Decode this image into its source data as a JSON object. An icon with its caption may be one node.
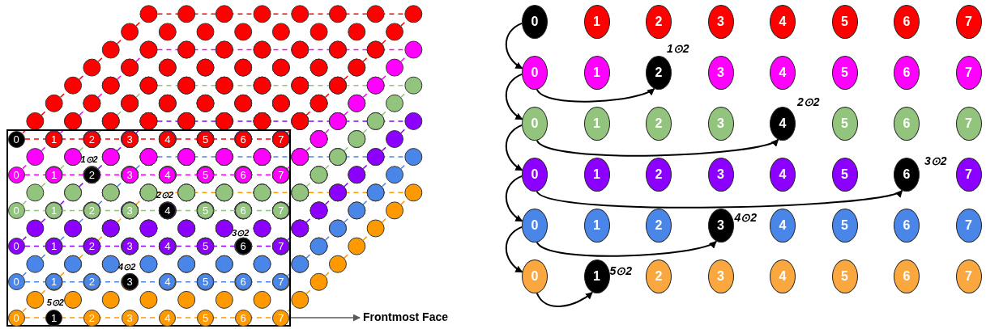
{
  "diagram": {
    "nodes": [
      {
        "text": [],
        "shape": "box"
      },
      {
        "text": [
          "0"
        ],
        "in": 0
      },
      {
        "text": [
          "1"
        ],
        "in": 0
      },
      {
        "text": [
          "2"
        ],
        "in": 0
      },
      {
        "text": [
          "3"
        ],
        "in": 0
      },
      {
        "text": [
          "4"
        ],
        "in": 0
      },
      {
        "text": [
          "5"
        ],
        "in": 0
      },
      {
        "text": [
          "6"
        ],
        "in": 0
      },
      {
        "text": [
          "7"
        ],
        "in": 0
      },
      {
        "text": [
          "0"
        ],
        "in": 0
      },
      {
        "text": [
          "1"
        ],
        "in": 0
      },
      {
        "text": [
          "2"
        ],
        "in": 0,
        "beside": [
          "1⊙2"
        ]
      },
      {
        "text": [
          "3"
        ],
        "in": 0
      },
      {
        "text": [
          "4"
        ],
        "in": 0
      },
      {
        "text": [
          "5"
        ],
        "in": 0
      },
      {
        "text": [
          "6"
        ],
        "in": 0
      },
      {
        "text": [
          "7"
        ],
        "in": 0
      },
      {
        "text": [
          "0"
        ],
        "in": 0
      },
      {
        "text": [
          "1"
        ],
        "in": 0
      },
      {
        "text": [
          "2"
        ],
        "in": 0
      },
      {
        "text": [
          "3"
        ],
        "in": 0
      },
      {
        "text": [
          "4"
        ],
        "in": 0,
        "beside": [
          "2⊙2"
        ]
      },
      {
        "text": [
          "5"
        ],
        "in": 0
      },
      {
        "text": [
          "6"
        ],
        "in": 0
      },
      {
        "text": [
          "7"
        ],
        "in": 0
      },
      {
        "text": [
          "0"
        ],
        "in": 0
      },
      {
        "text": [
          "1"
        ],
        "in": 0
      },
      {
        "text": [
          "2"
        ],
        "in": 0
      },
      {
        "text": [
          "3"
        ],
        "in": 0
      },
      {
        "text": [
          "4"
        ],
        "in": 0
      },
      {
        "text": [
          "5"
        ],
        "in": 0
      },
      {
        "text": [
          "6"
        ],
        "in": 0,
        "beside": [
          "3⊙2"
        ]
      },
      {
        "text": [
          "7"
        ],
        "in": 0
      },
      {
        "text": [
          "0"
        ],
        "in": 0
      },
      {
        "text": [
          "1"
        ],
        "in": 0
      },
      {
        "text": [
          "2"
        ],
        "in": 0
      },
      {
        "text": [
          "3"
        ],
        "in": 0,
        "beside": [
          "4⊙2"
        ]
      },
      {
        "text": [
          "4"
        ],
        "in": 0
      },
      {
        "text": [
          "5"
        ],
        "in": 0
      },
      {
        "text": [
          "6"
        ],
        "in": 0
      },
      {
        "text": [
          "7"
        ],
        "in": 0
      },
      {
        "text": [
          "0"
        ],
        "in": 0
      },
      {
        "text": [
          "1"
        ],
        "in": 0,
        "beside": [
          "5⊙2"
        ]
      },
      {
        "text": [
          "2"
        ],
        "in": 0
      },
      {
        "text": [
          "3"
        ],
        "in": 0
      },
      {
        "text": [
          "4"
        ],
        "in": 0
      },
      {
        "text": [
          "5"
        ],
        "in": 0
      },
      {
        "text": [
          "6"
        ],
        "in": 0
      },
      {
        "text": [
          "7"
        ],
        "in": 0
      },
      {
        "text": [
          "Frontmost Face"
        ]
      },
      {
        "text": [
          "0"
        ]
      },
      {
        "text": [
          "1"
        ]
      },
      {
        "text": [
          "2"
        ]
      },
      {
        "text": [
          "3"
        ]
      },
      {
        "text": [
          "4"
        ]
      },
      {
        "text": [
          "5"
        ]
      },
      {
        "text": [
          "6"
        ]
      },
      {
        "text": [
          "7"
        ]
      },
      {
        "text": [
          "0"
        ]
      },
      {
        "text": [
          "1"
        ]
      },
      {
        "text": [
          "2"
        ],
        "beside": [
          "1⊙2"
        ]
      },
      {
        "text": [
          "3"
        ]
      },
      {
        "text": [
          "4"
        ]
      },
      {
        "text": [
          "5"
        ]
      },
      {
        "text": [
          "6"
        ]
      },
      {
        "text": [
          "7"
        ]
      },
      {
        "text": [
          "0"
        ]
      },
      {
        "text": [
          "1"
        ]
      },
      {
        "text": [
          "2"
        ]
      },
      {
        "text": [
          "3"
        ]
      },
      {
        "text": [
          "4"
        ],
        "beside": [
          "2⊙2"
        ]
      },
      {
        "text": [
          "5"
        ]
      },
      {
        "text": [
          "6"
        ]
      },
      {
        "text": [
          "7"
        ]
      },
      {
        "text": [
          "0"
        ]
      },
      {
        "text": [
          "1"
        ]
      },
      {
        "text": [
          "2"
        ]
      },
      {
        "text": [
          "3"
        ]
      },
      {
        "text": [
          "4"
        ]
      },
      {
        "text": [
          "5"
        ]
      },
      {
        "text": [
          "6"
        ],
        "beside": [
          "3⊙2"
        ]
      },
      {
        "text": [
          "7"
        ]
      },
      {
        "text": [
          "0"
        ]
      },
      {
        "text": [
          "1"
        ]
      },
      {
        "text": [
          "2"
        ]
      },
      {
        "text": [
          "3"
        ],
        "beside": [
          "4⊙2"
        ]
      },
      {
        "text": [
          "4"
        ]
      },
      {
        "text": [
          "5"
        ]
      },
      {
        "text": [
          "6"
        ]
      },
      {
        "text": [
          "7"
        ]
      },
      {
        "text": [
          "0"
        ]
      },
      {
        "text": [
          "1"
        ],
        "beside": [
          "5⊙2"
        ]
      },
      {
        "text": [
          "2"
        ]
      },
      {
        "text": [
          "3"
        ]
      },
      {
        "text": [
          "4"
        ]
      },
      {
        "text": [
          "5"
        ]
      },
      {
        "text": [
          "6"
        ]
      },
      {
        "text": [
          "7"
        ]
      }
    ],
    "edges": [
      {
        "from": 0,
        "to": 49,
        "arrow": "to",
        "color": "#595959"
      },
      {
        "from": 50,
        "to": 58,
        "arrow": "to"
      },
      {
        "from": 58,
        "to": 66,
        "arrow": "to"
      },
      {
        "from": 66,
        "to": 74,
        "arrow": "to"
      },
      {
        "from": 74,
        "to": 82,
        "arrow": "to"
      },
      {
        "from": 82,
        "to": 90,
        "arrow": "to"
      },
      {
        "from": 58,
        "to": 60,
        "arrow": "to"
      },
      {
        "from": 66,
        "to": 70,
        "arrow": "to"
      },
      {
        "from": 74,
        "to": 80,
        "arrow": "to"
      },
      {
        "from": 82,
        "to": 85,
        "arrow": "to"
      },
      {
        "from": 90,
        "to": 91,
        "arrow": "to"
      }
    ]
  }
}
